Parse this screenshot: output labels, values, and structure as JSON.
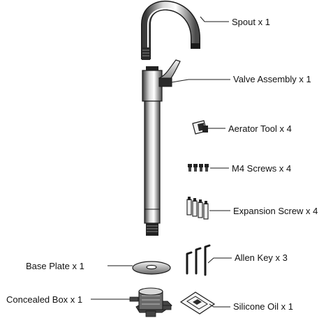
{
  "labels": {
    "spout": "Spout x 1",
    "valve": "Valve Assembly x 1",
    "aerator": "Aerator Tool x 4",
    "m4": "M4 Screws x 4",
    "expansion": "Expansion Screw x 4",
    "allen": "Allen Key x 3",
    "base": "Base Plate x 1",
    "concealed": "Concealed Box x 1",
    "silicone": "Silicone Oil x 1"
  }
}
